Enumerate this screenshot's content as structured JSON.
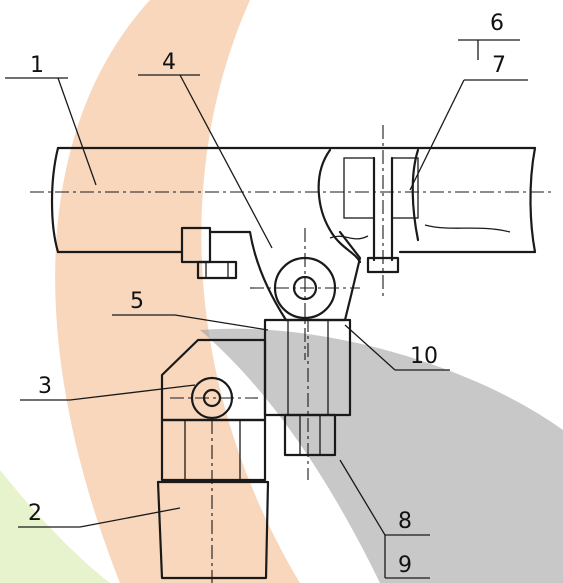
{
  "diagram": {
    "part_labels": [
      "1",
      "2",
      "3",
      "4",
      "5",
      "6",
      "7",
      "8",
      "9",
      "10"
    ]
  },
  "colors": {
    "background": "#ffffff",
    "watermark_orange": "#f6c9a6",
    "watermark_green": "#e3f2c8",
    "watermark_gray": "#9a9a9a",
    "line": "#1a1a1a"
  }
}
